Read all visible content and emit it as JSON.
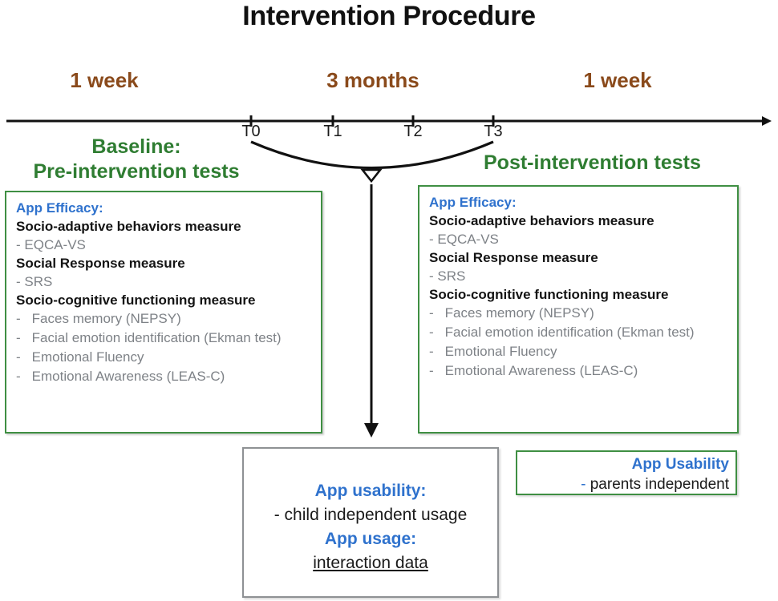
{
  "title": "Intervention Procedure",
  "timeline": {
    "periods": [
      {
        "label": "1 week"
      },
      {
        "label": "3 months"
      },
      {
        "label": "1 week"
      }
    ],
    "timepoints": [
      {
        "label": "T0"
      },
      {
        "label": "T1"
      },
      {
        "label": "T2"
      },
      {
        "label": "T3"
      }
    ],
    "axis_icon": "right-arrow-icon",
    "brace_icon": "curly-brace-icon",
    "down_arrow_icon": "down-arrow-icon"
  },
  "phases": {
    "pre_heading_line1": "Baseline:",
    "pre_heading_line2": "Pre-intervention tests",
    "post_heading": "Post-intervention tests"
  },
  "measures": {
    "efficacy_title": "App Efficacy:",
    "groups": [
      {
        "heading": "Socio-adaptive behaviors measure",
        "sub": "- EQCA-VS",
        "items": []
      },
      {
        "heading": "Social Response measure",
        "sub": "- SRS",
        "items": []
      },
      {
        "heading": "Socio-cognitive functioning measure",
        "sub": "",
        "items": [
          "Faces memory (NEPSY)",
          "Facial emotion identification (Ekman test)",
          "Emotional Fluency",
          "Emotional Awareness (LEAS-C)"
        ]
      }
    ]
  },
  "usage_box": {
    "usability_title": "App usability:",
    "usability_line": "- child independent usage",
    "usage_title": "App usage:",
    "usage_line": "interaction data"
  },
  "parents_box": {
    "title": "App Usability",
    "dash": "-",
    "line": "parents independent"
  },
  "colors": {
    "brown": "#8a4a1b",
    "green": "#2f7d32",
    "green_border": "#3f8f43",
    "blue": "#2f72cd",
    "gray_text": "#7e8287",
    "gray_border": "#8e9194",
    "black": "#141414"
  }
}
